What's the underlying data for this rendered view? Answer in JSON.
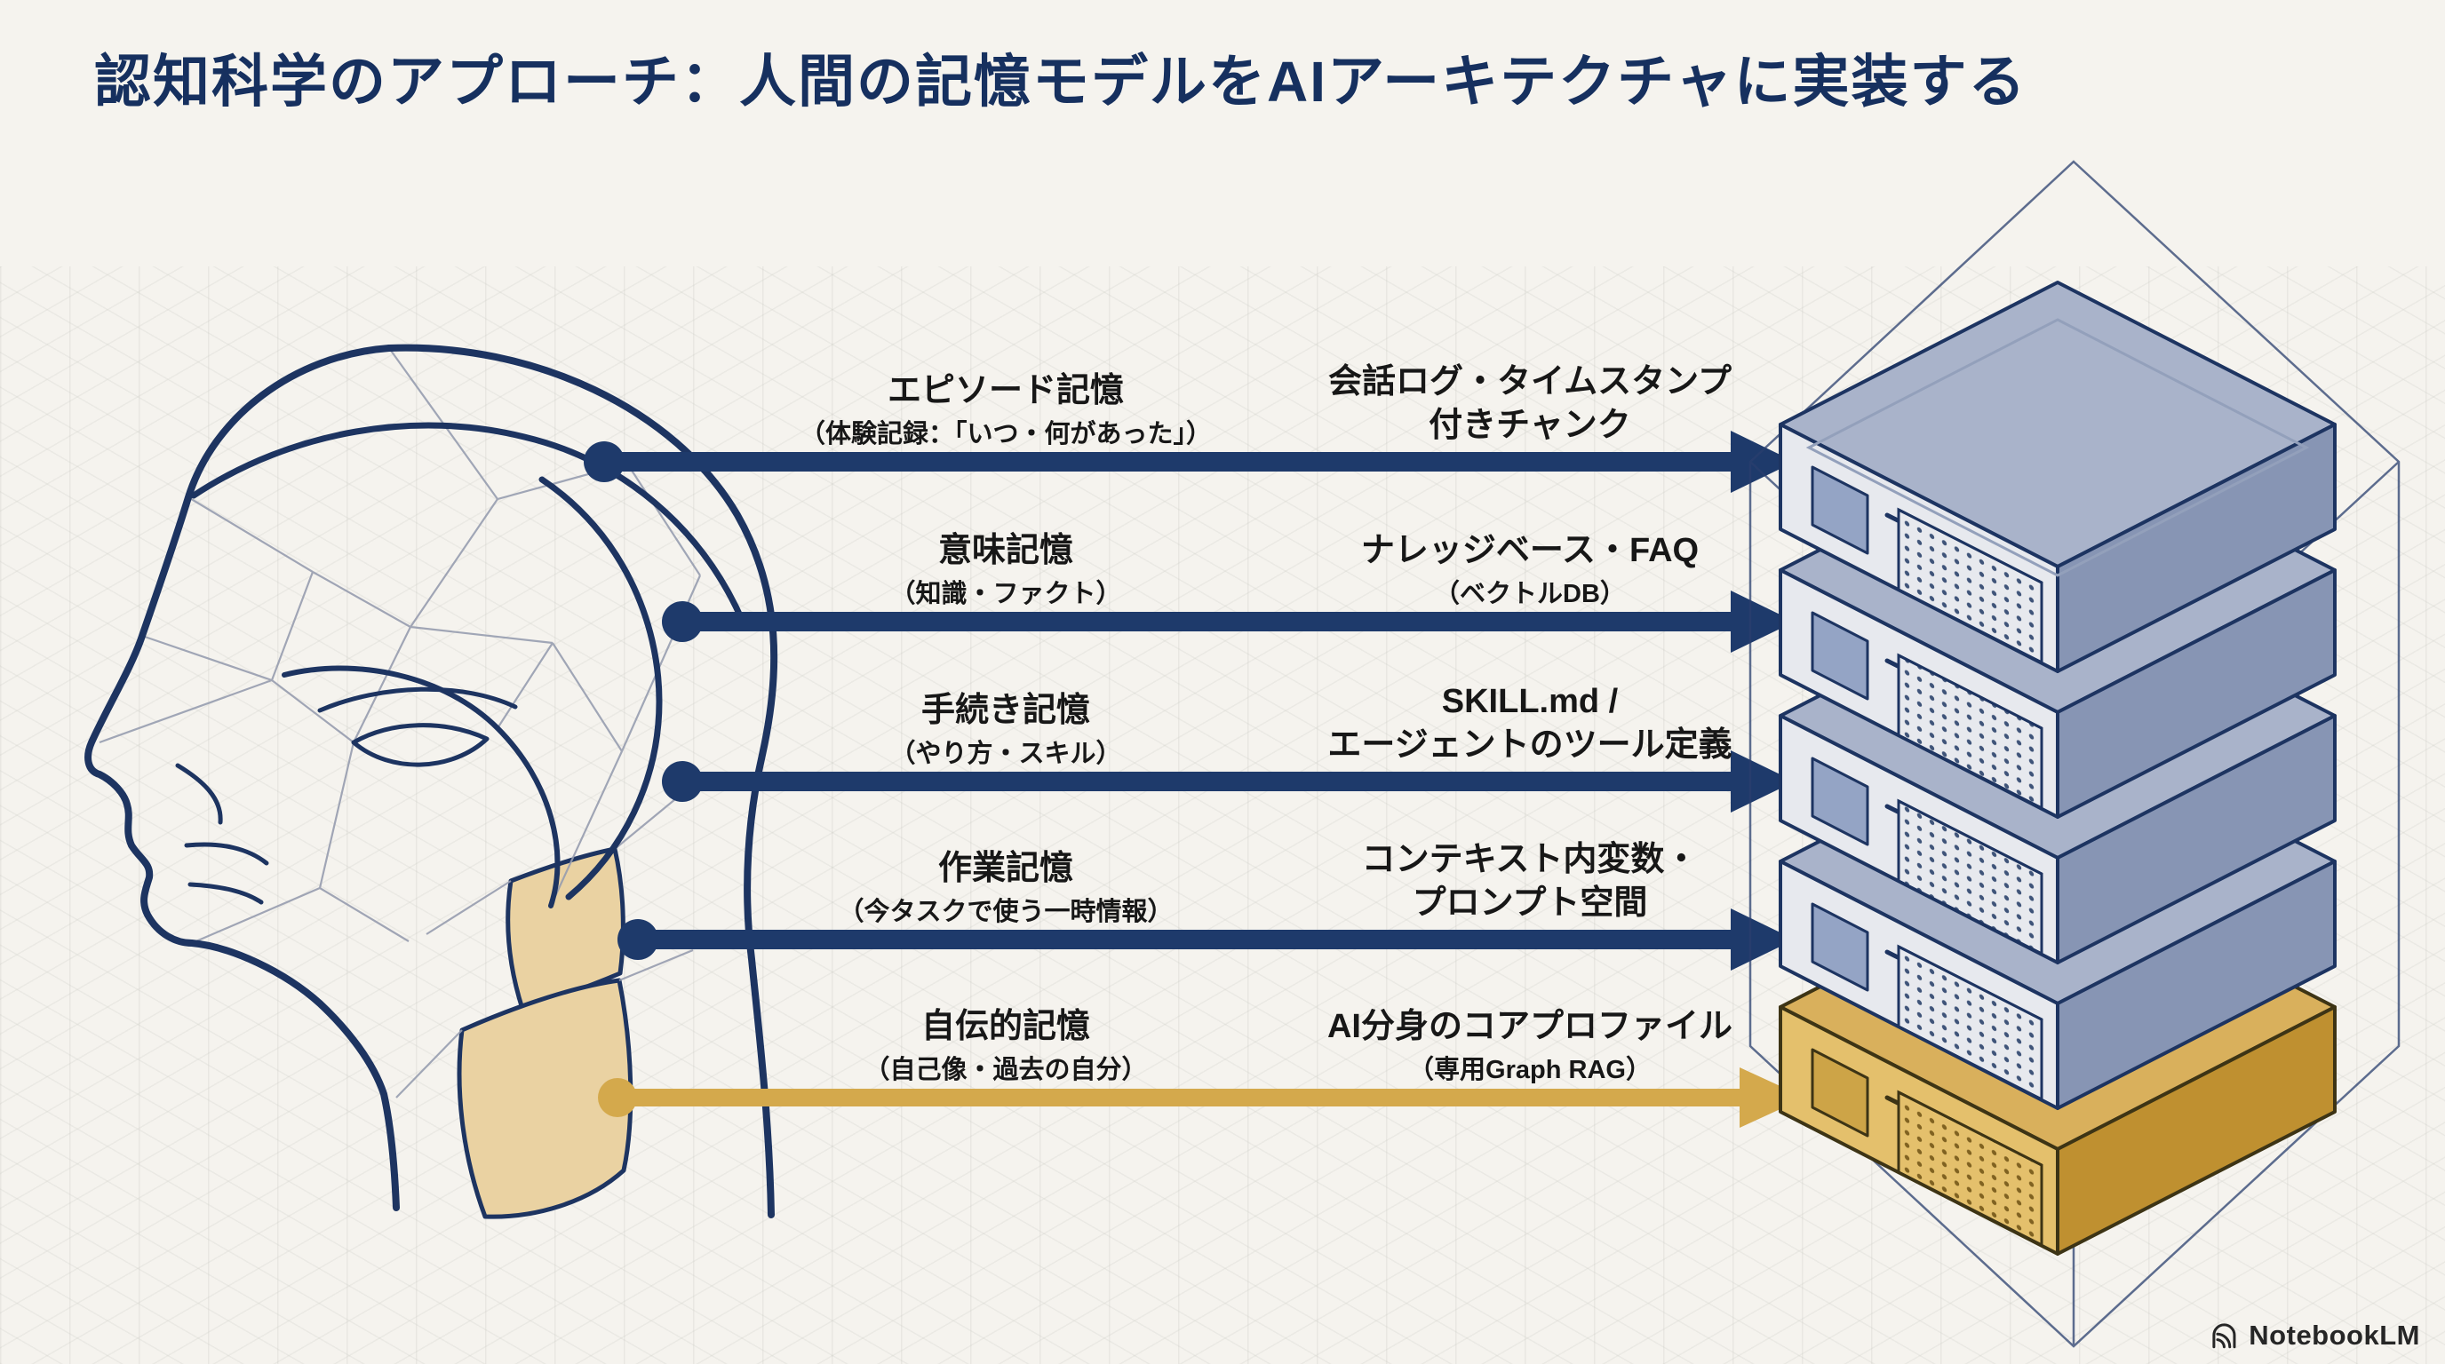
{
  "title": "認知科学のアプローチ：人間の記憶モデルをAIアーキテクチャに実装する",
  "rows": [
    {
      "memory": "エピソード記憶",
      "memory_sub": "（体験記録：「いつ・何があった」）",
      "implementation": "会話ログ・タイムスタンプ\n付きチャンク",
      "implementation_sub": "",
      "arrow_color": "#1e3a6b"
    },
    {
      "memory": "意味記憶",
      "memory_sub": "（知識・ファクト）",
      "implementation": "ナレッジベース・FAQ",
      "implementation_sub": "（ベクトルDB）",
      "arrow_color": "#1e3a6b"
    },
    {
      "memory": "手続き記憶",
      "memory_sub": "（やり方・スキル）",
      "implementation": "SKILL.md /\nエージェントのツール定義",
      "implementation_sub": "",
      "arrow_color": "#1e3a6b"
    },
    {
      "memory": "作業記憶",
      "memory_sub": "（今タスクで使う一時情報）",
      "implementation": "コンテキスト内変数・\nプロンプト空間",
      "implementation_sub": "",
      "arrow_color": "#1e3a6b"
    },
    {
      "memory": "自伝的記憶",
      "memory_sub": "（自己像・過去の自分）",
      "implementation": "AI分身のコアプロファイル",
      "implementation_sub": "（専用Graph RAG）",
      "arrow_color": "#d4a94c"
    }
  ],
  "brand": {
    "name": "NotebookLM",
    "logo_icon": "notebooklm-waves-icon"
  },
  "theme": {
    "background": "#f5f3ee",
    "title_color": "#16305f",
    "text_color": "#1a1a1a",
    "arrow_navy": "#1e3a6b",
    "arrow_gold": "#d4a94c",
    "outline_navy": "#1d3461",
    "head_tan_fill": "#ead2a2",
    "server_blue_top": "#a9b3ca",
    "server_blue_face": "#e7e9ee",
    "server_blue_side": "#8795b4",
    "server_gold_front": "#e4c06c",
    "server_gold_side": "#bf9030"
  }
}
